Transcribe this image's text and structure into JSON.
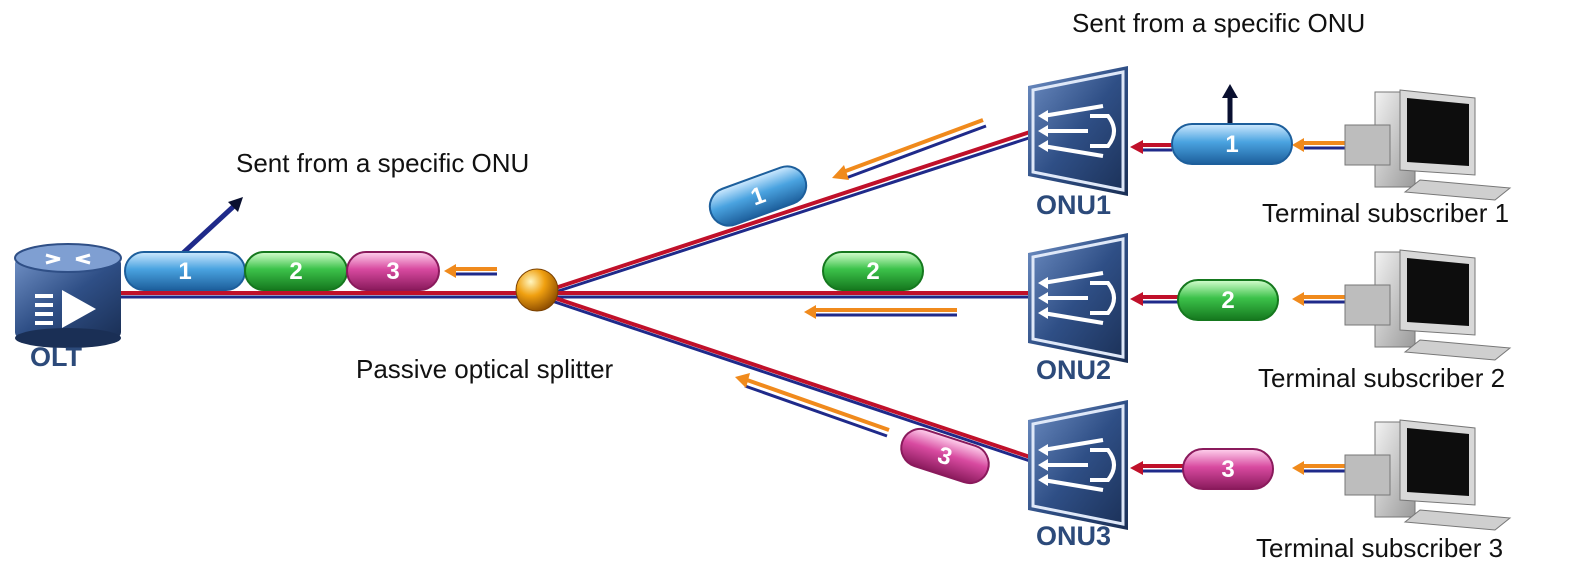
{
  "labels": {
    "sent_top": "Sent from a specific ONU",
    "sent_left": "Sent from a specific ONU",
    "splitter": "Passive optical splitter"
  },
  "devices": {
    "olt": "OLT",
    "onu1": "ONU1",
    "onu2": "ONU2",
    "onu3": "ONU3"
  },
  "subscribers": [
    "Terminal subscriber 1",
    "Terminal subscriber 2",
    "Terminal subscriber 3"
  ],
  "frames": {
    "f1": "1",
    "f2": "2",
    "f3": "3"
  },
  "colors": {
    "fiber_red": "#c0102a",
    "fiber_blue": "#1f2a8a",
    "arrow_orange": "#f08a1c",
    "frame1": "#4aa3e0",
    "frame2": "#3cc24a",
    "frame3": "#d84aa0",
    "device_blue": "#2f4f86"
  }
}
